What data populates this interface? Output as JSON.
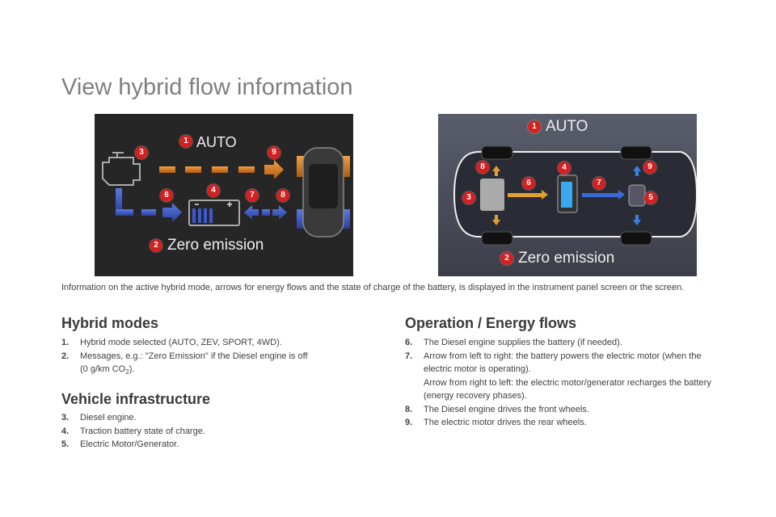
{
  "title": "View hybrid flow information",
  "figure1": {
    "mode": "AUTO",
    "message": "Zero emission",
    "badges": [
      "1",
      "2",
      "3",
      "4",
      "6",
      "7",
      "8",
      "9"
    ]
  },
  "figure2": {
    "mode": "AUTO",
    "message": "Zero emission",
    "badges": [
      "1",
      "2",
      "3",
      "4",
      "5",
      "6",
      "7",
      "8",
      "9"
    ]
  },
  "intro": "Information on the active hybrid mode, arrows for energy flows and the state of charge of the battery, is displayed in the instrument panel screen or the screen.",
  "hybrid_modes": {
    "heading": "Hybrid modes",
    "items": [
      {
        "num": "1.",
        "text": "Hybrid mode selected (AUTO, ZEV, SPORT, 4WD)."
      },
      {
        "num": "2.",
        "text": "Messages, e.g.: \"Zero Emission\" if the Diesel engine is off",
        "text2": "(0 g/km CO",
        "sub": "2",
        "text3": ")."
      }
    ]
  },
  "vehicle_infrastructure": {
    "heading": "Vehicle infrastructure",
    "items": [
      {
        "num": "3.",
        "text": "Diesel engine."
      },
      {
        "num": "4.",
        "text": "Traction battery state of charge."
      },
      {
        "num": "5.",
        "text": "Electric Motor/Generator."
      }
    ]
  },
  "operation": {
    "heading": "Operation / Energy flows",
    "items": [
      {
        "num": "6.",
        "text": "The Diesel engine supplies the battery (if needed)."
      },
      {
        "num": "7.",
        "text": "Arrow from left to right: the battery powers the electric motor (when the electric motor is operating).",
        "text2": "Arrow from right to left: the electric motor/generator recharges the battery (energy recovery phases)."
      },
      {
        "num": "8.",
        "text": "The Diesel engine drives the front wheels."
      },
      {
        "num": "9.",
        "text": "The electric motor drives the rear wheels."
      }
    ]
  }
}
